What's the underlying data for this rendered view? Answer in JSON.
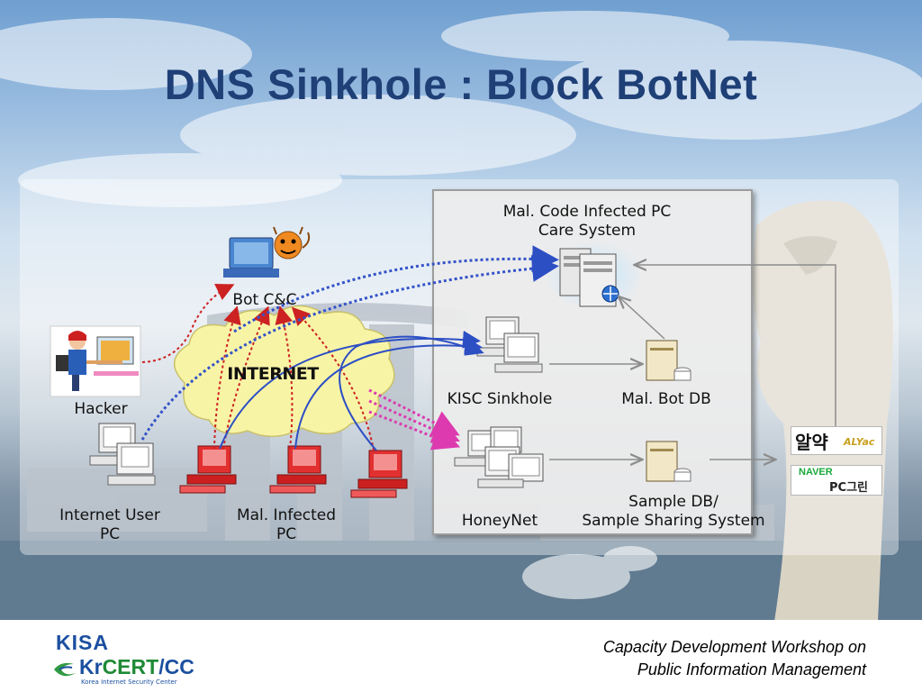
{
  "slide": {
    "title": "DNS Sinkhole : Block BotNet"
  },
  "diagram": {
    "nodes": {
      "hacker": "Hacker",
      "bot_cc": "Bot C&C",
      "internet": "INTERNET",
      "internet_user_pc": [
        "Internet User",
        "PC"
      ],
      "mal_infected_pc": [
        "Mal. Infected",
        "PC"
      ],
      "care_system": [
        "Mal. Code Infected PC",
        "Care System"
      ],
      "kisc_sinkhole": "KISC Sinkhole",
      "mal_bot_db": "Mal. Bot DB",
      "honeynet": "HoneyNet",
      "sample_db": [
        "Sample DB/",
        "Sample Sharing System"
      ]
    },
    "logos": {
      "alyac_korean": "알약",
      "alyac_brand": "ALYac",
      "naver": "NAVER",
      "pc_green": "PC그린"
    }
  },
  "footer": {
    "workshop_line1": "Capacity Development Workshop on",
    "workshop_line2": "Public Information Management",
    "logo_kisa": "KISA",
    "logo_kr": "Kr",
    "logo_cert": "CERT",
    "logo_cc": "/CC",
    "logo_subtitle": "Korea Internet Security Center"
  },
  "colors": {
    "title": "#1f3f77",
    "attack_arrow": "#cc2222",
    "redirect_arrow": "#2d4fc4",
    "dotted_blue": "#3453c8",
    "honeypot_arrow": "#dd3ab0",
    "infected_pc": "#dd2a2a"
  }
}
